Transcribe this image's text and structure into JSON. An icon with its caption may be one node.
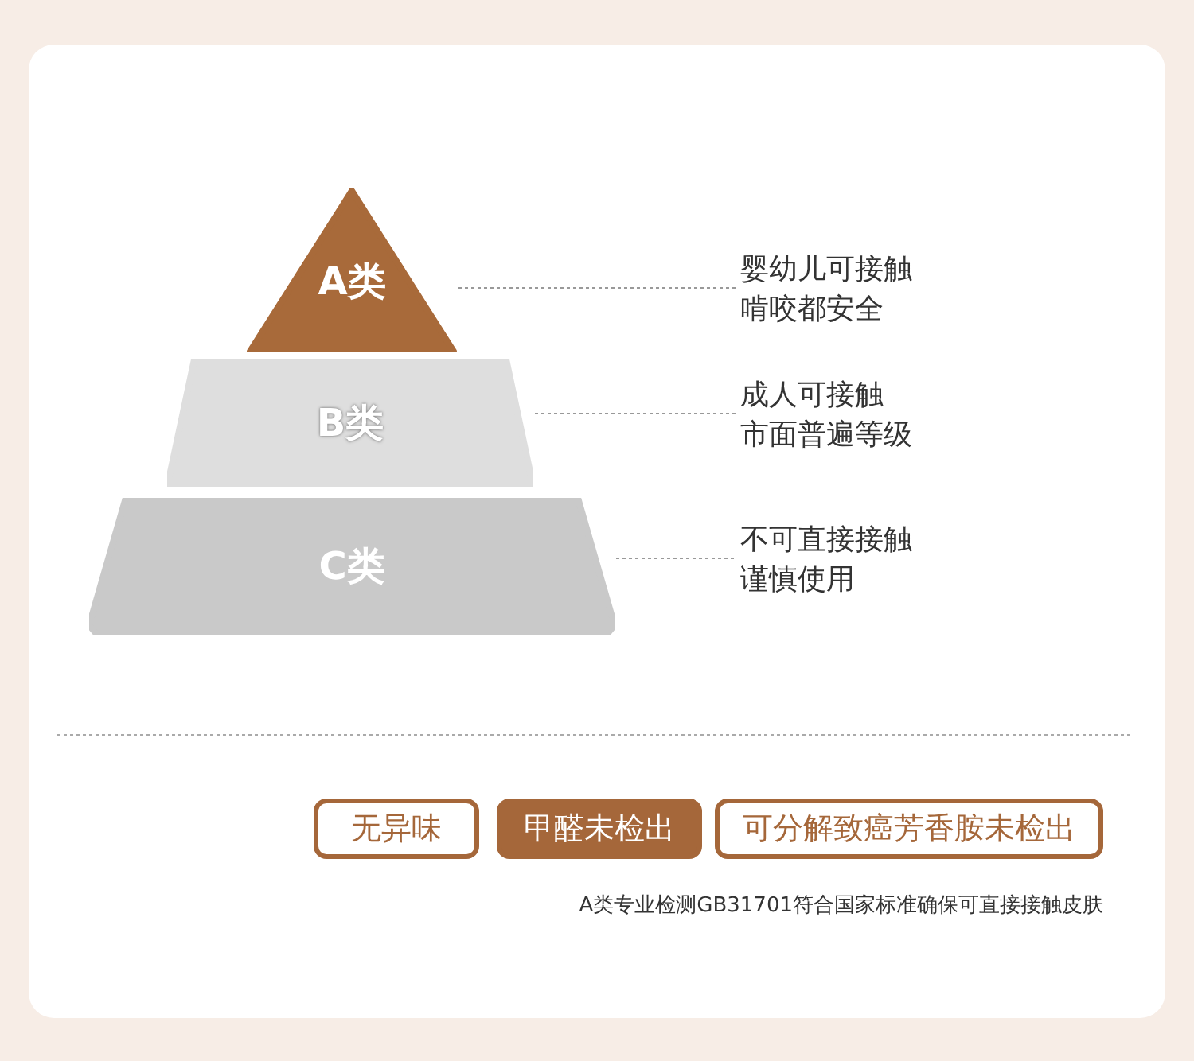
{
  "diagram": {
    "nodes": [
      {
        "text": [
          "A类"
        ]
      },
      {
        "text": [
          "B类"
        ]
      },
      {
        "text": [
          "C类"
        ]
      },
      {
        "text": [
          "婴幼儿可接触啃咬都安全"
        ]
      },
      {
        "text": [
          "成人可接触市面普遍等级"
        ]
      },
      {
        "text": [
          "不可直接接触谨慎使用"
        ]
      },
      {
        "text": [
          "无异味"
        ]
      },
      {
        "text": [
          "甲醛未检出"
        ]
      },
      {
        "text": [
          "可分解致癌芳香胺未检出"
        ]
      }
    ],
    "edges": [
      {
        "from": 0,
        "to": 3,
        "arrow": "none",
        "style": "dashed"
      },
      {
        "from": 1,
        "to": 4,
        "arrow": "none",
        "style": "dashed"
      },
      {
        "from": 2,
        "to": 5,
        "arrow": "none",
        "style": "dashed"
      }
    ],
    "labels": [
      "A类专业检测GB31701符合国家标准确保可直接接触皮肤"
    ]
  }
}
